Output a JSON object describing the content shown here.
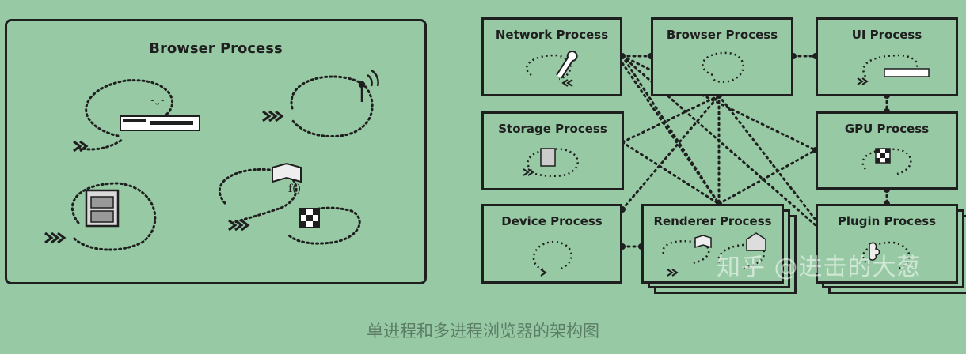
{
  "left_panel": {
    "title": "Browser Process"
  },
  "boxes": {
    "network": "Network Process",
    "browser": "Browser Process",
    "ui": "UI Process",
    "storage": "Storage Process",
    "gpu": "GPU Process",
    "device": "Device Process",
    "renderer": "Renderer Process",
    "plugin": "Plugin Process"
  },
  "watermark": "知乎 @进击的大葱",
  "caption": "单进程和多进程浏览器的架构图"
}
